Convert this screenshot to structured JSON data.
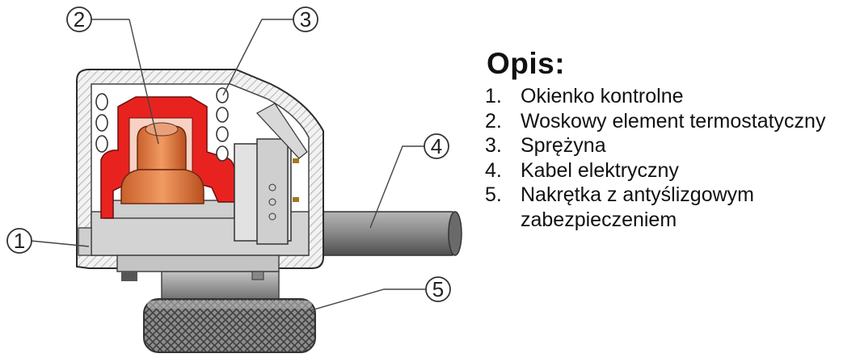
{
  "legend": {
    "title": "Opis:",
    "items": [
      {
        "number": "1.",
        "text": "Okienko kontrolne"
      },
      {
        "number": "2.",
        "text": "Woskowy element termostatyczny"
      },
      {
        "number": "3.",
        "text": "Sprężyna"
      },
      {
        "number": "4.",
        "text": "Kabel elektryczny"
      },
      {
        "number": "5.",
        "text": "Nakrętka z antyślizgowym zabezpieczeniem"
      }
    ]
  },
  "callouts": [
    "1",
    "2",
    "3",
    "4",
    "5"
  ],
  "colors": {
    "housing": "#e6e6e6",
    "wax_chamber": "#e8231f",
    "wax_element": "#d9733f",
    "cable": "#8a8a8a",
    "nut": "#9a9a9a"
  }
}
